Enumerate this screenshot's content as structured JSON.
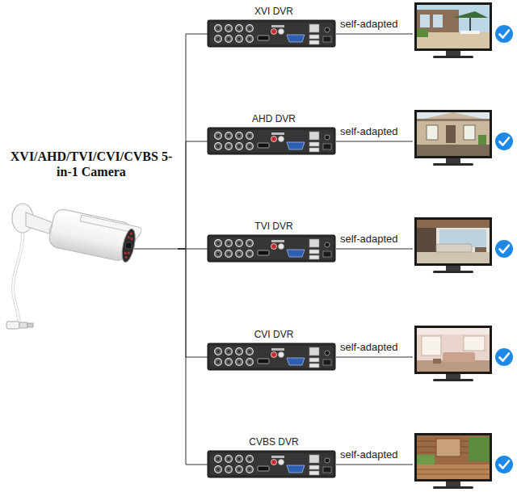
{
  "diagram": {
    "nodes": [
      {
        "text": [
          "XVI/AHD/TVI/CVI/CVBS 5-in-1 Camera"
        ]
      },
      {
        "text": [
          "XVI DVR"
        ]
      },
      {
        "text": [
          "AHD DVR"
        ]
      },
      {
        "text": [
          "TVI DVR"
        ]
      },
      {
        "text": [
          "CVI DVR"
        ]
      },
      {
        "text": [
          "CVBS DVR"
        ]
      }
    ],
    "edges": [
      {
        "from": 0,
        "to": 1,
        "arrow": "none"
      },
      {
        "from": 0,
        "to": 2,
        "arrow": "none"
      },
      {
        "from": 0,
        "to": 3,
        "arrow": "none"
      },
      {
        "from": 0,
        "to": 4,
        "arrow": "none"
      },
      {
        "from": 0,
        "to": 5,
        "arrow": "none"
      }
    ],
    "labels": [
      "self-adapted",
      "self-adapted",
      "self-adapted",
      "self-adapted",
      "self-adapted"
    ]
  }
}
